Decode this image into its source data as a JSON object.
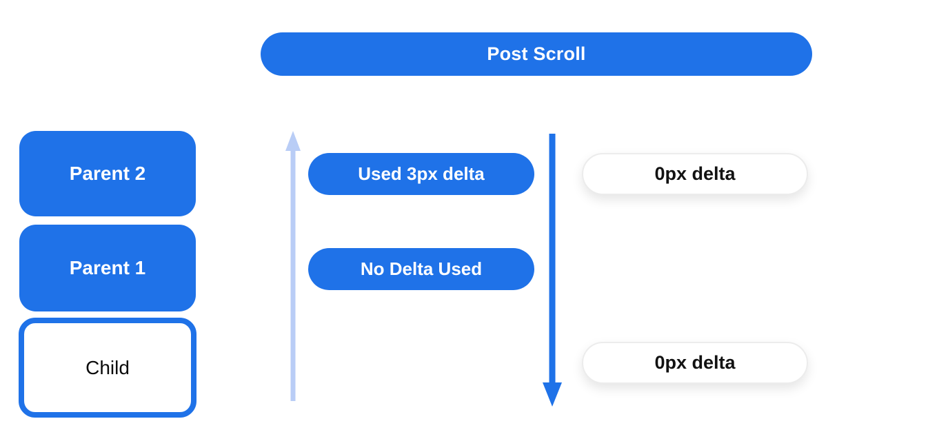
{
  "header": {
    "title": "Post Scroll"
  },
  "colors": {
    "primary_blue": "#1f72e8",
    "light_arrow_blue": "#b9cdf6",
    "white_pill_border": "#ececec",
    "dark_text": "#121212",
    "white": "#ffffff"
  },
  "scroll_chain": {
    "boxes": [
      {
        "label": "Parent 2",
        "variant": "filled"
      },
      {
        "label": "Parent 1",
        "variant": "filled"
      },
      {
        "label": "Child",
        "variant": "outlined"
      }
    ]
  },
  "arrows": {
    "up": {
      "icon": "arrow-up",
      "color": "#b9cdf6",
      "direction": "up"
    },
    "down": {
      "icon": "arrow-down",
      "color": "#1f72e8",
      "direction": "down"
    }
  },
  "deltas": {
    "consumed": [
      {
        "label": "Used 3px delta"
      },
      {
        "label": "No Delta Used"
      }
    ],
    "remaining": [
      {
        "label": "0px delta"
      },
      {
        "label": "0px delta"
      }
    ]
  }
}
